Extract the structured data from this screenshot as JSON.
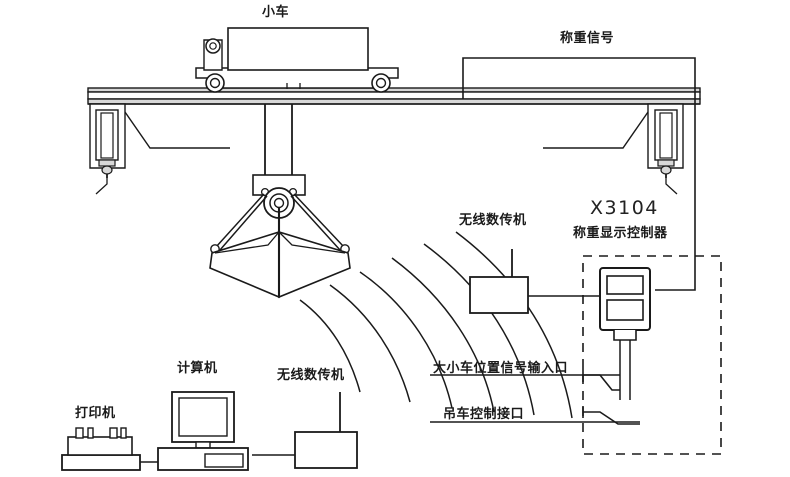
{
  "diagram": {
    "title_model": "X3104",
    "labels": {
      "trolley": "小车",
      "weighing_signal": "称重信号",
      "controller_name": "称重显示控制器",
      "wireless_transmitter_top": "无线数传机",
      "wireless_transmitter_bottom": "无线数传机",
      "computer": "计算机",
      "printer": "打印机",
      "position_signal_input": "大小车位置信号输入口",
      "crane_control_interface": "吊车控制接口"
    },
    "colors": {
      "line": "#1a1a1a",
      "text": "#1a1a1a",
      "fill": "#ffffff",
      "beam_shade": "#d8d8d8",
      "background": "#ffffff"
    }
  }
}
